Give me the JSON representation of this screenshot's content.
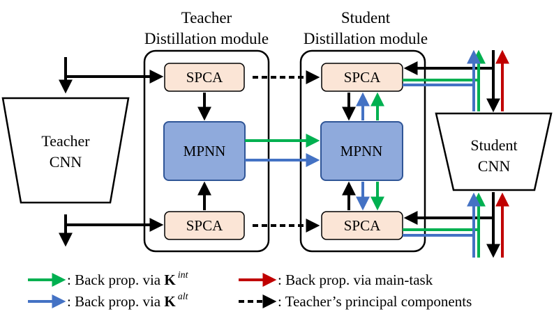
{
  "modules": {
    "teacher": {
      "title_line1": "Teacher",
      "title_line2": "Distillation module"
    },
    "student": {
      "title_line1": "Student",
      "title_line2": "Distillation module"
    }
  },
  "blocks": {
    "spca_label": "SPCA",
    "mpnn_label": "MPNN"
  },
  "cnns": {
    "teacher": {
      "line1": "Teacher",
      "line2": "CNN"
    },
    "student": {
      "line1": "Student",
      "line2": "CNN"
    }
  },
  "legend": {
    "green": {
      "prefix": ": Back prop. via ",
      "symbol": "K",
      "superscript": "int"
    },
    "blue": {
      "prefix": ": Back prop. via ",
      "symbol": "K",
      "superscript": "alt"
    },
    "red": {
      "text": ": Back prop. via main-task"
    },
    "dotted": {
      "text": ": Teacher’s principal components"
    }
  },
  "colors": {
    "green": "#00b050",
    "blue": "#4472c4",
    "red": "#c00000",
    "black": "#000000",
    "spca_fill": "#fbe5d6",
    "mpnn_fill": "#8faadc",
    "mpnn_stroke": "#2f5597"
  }
}
